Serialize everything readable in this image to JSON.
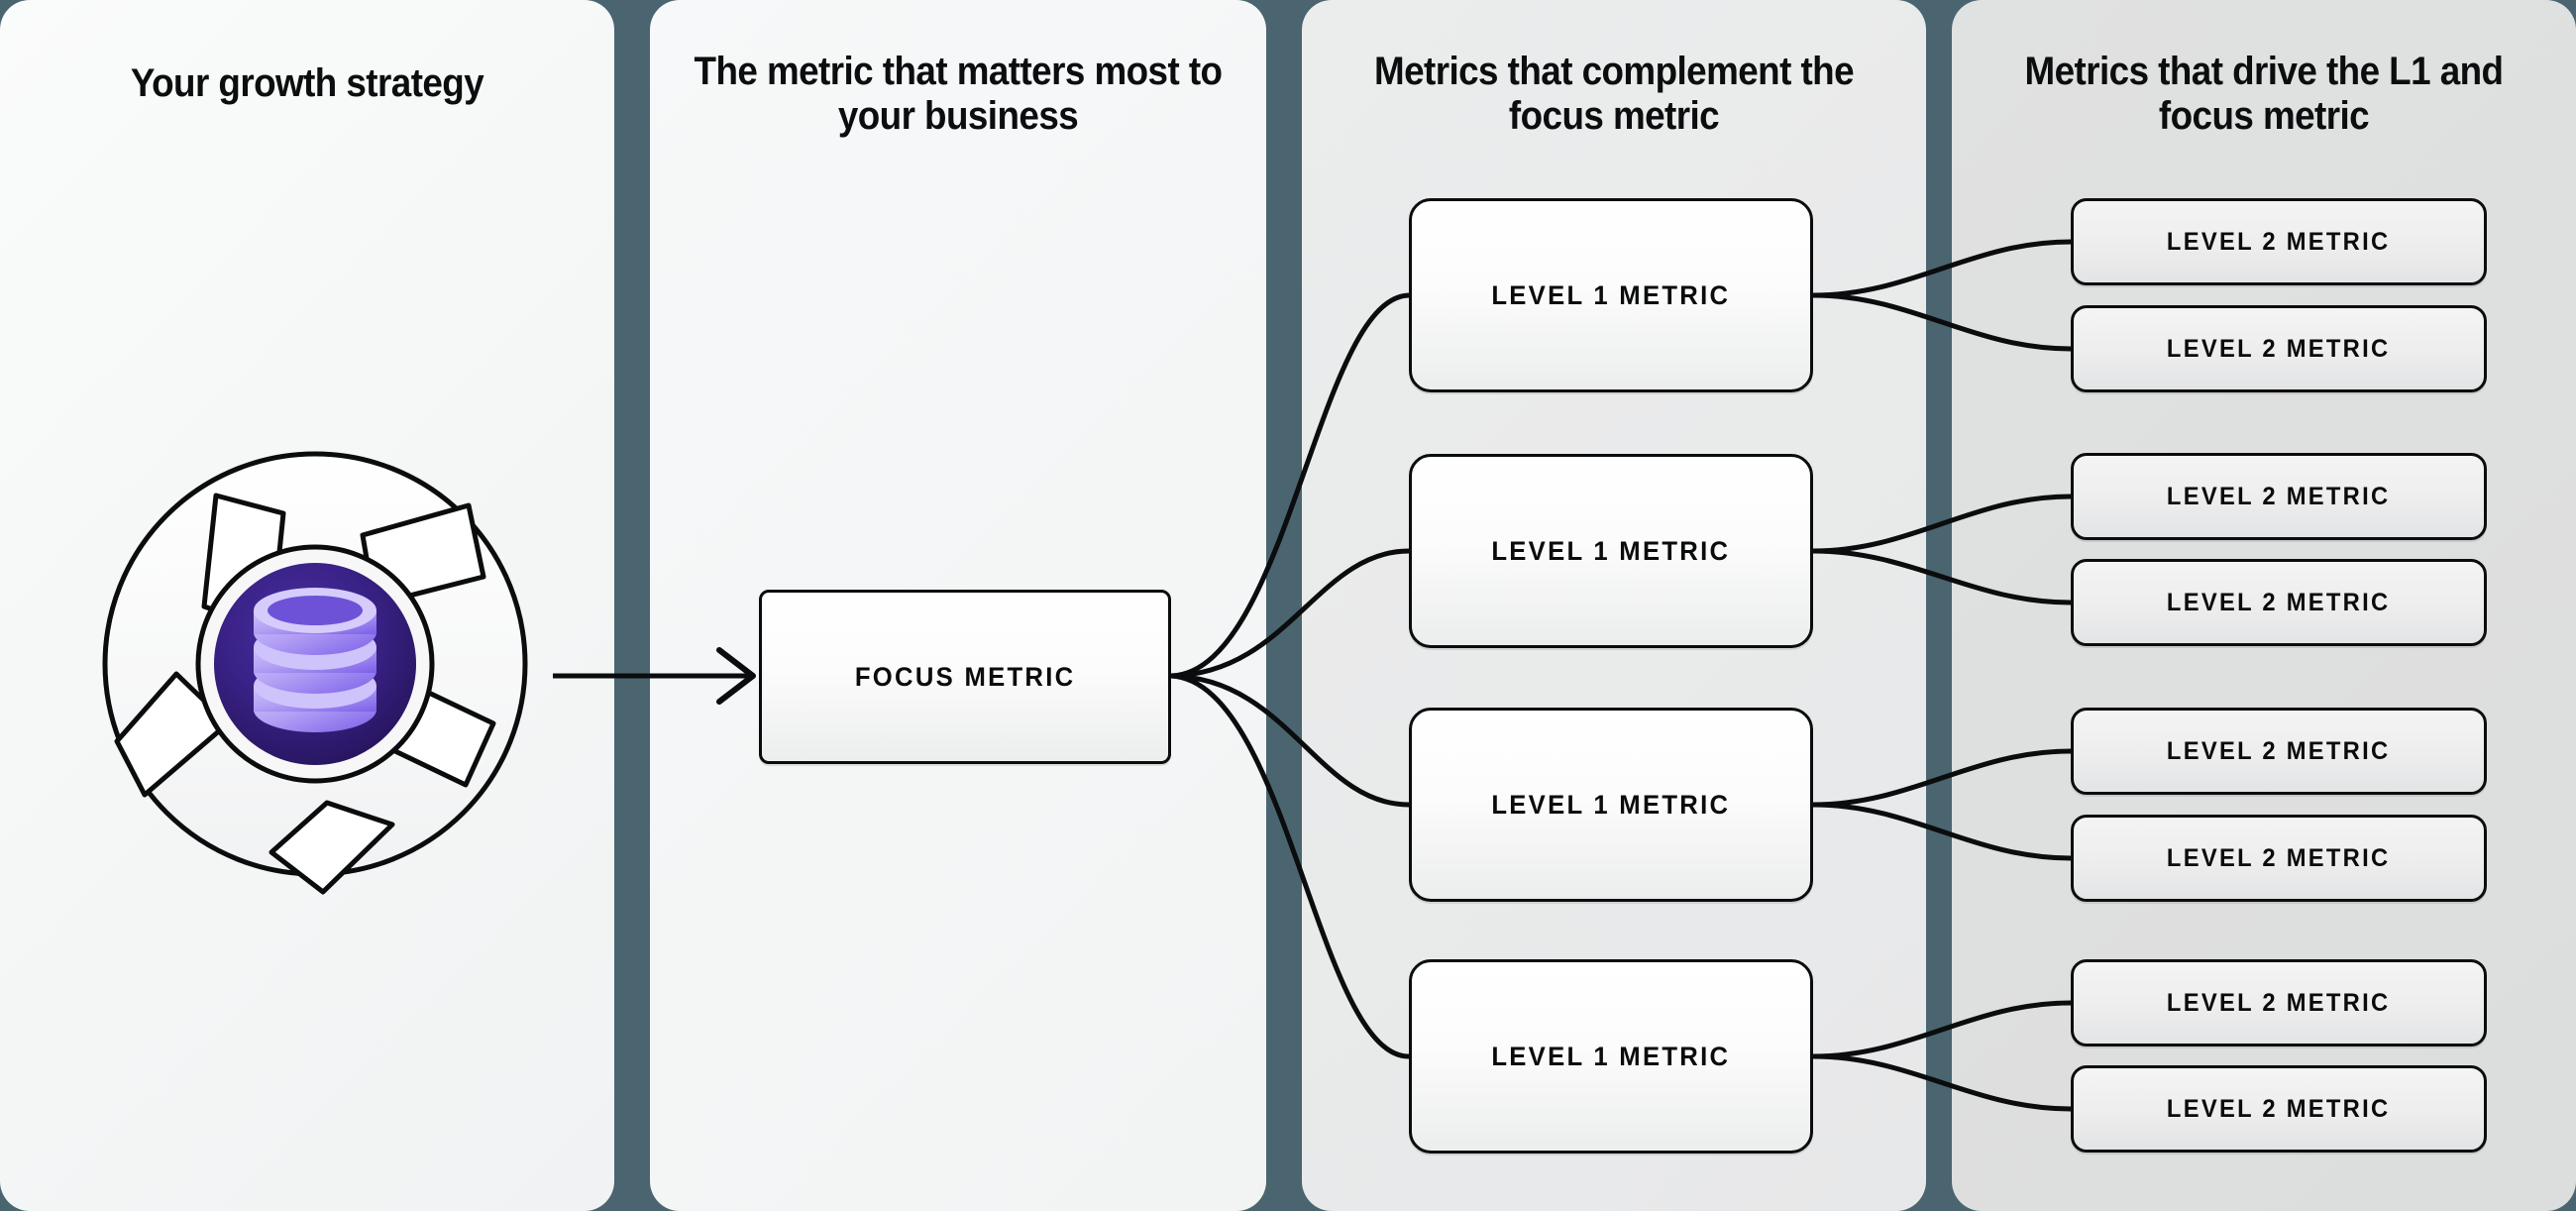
{
  "theme": {
    "divider_color": "#4a6470",
    "accent_purple_dark": "#2b1a6e",
    "accent_purple_light": "#b9a8f7",
    "text_color": "#0b0c0d",
    "column_backgrounds": [
      "#f7f8f9",
      "#f4f6f6",
      "#eaebec",
      "#dedfdf"
    ]
  },
  "columns": [
    {
      "id": "growth-strategy",
      "title": "Your growth strategy"
    },
    {
      "id": "focus-metric",
      "title": "The metric that matters most to your business"
    },
    {
      "id": "complement-metrics",
      "title": "Metrics that complement the focus metric"
    },
    {
      "id": "driver-metrics",
      "title": "Metrics that drive the L1 and focus metric"
    }
  ],
  "logo": {
    "name": "database-aperture-logo",
    "inner_icon": "database-icon"
  },
  "focus_node": {
    "label": "FOCUS METRIC"
  },
  "level1_nodes": [
    {
      "label": "LEVEL 1 METRIC"
    },
    {
      "label": "LEVEL 1 METRIC"
    },
    {
      "label": "LEVEL 1 METRIC"
    },
    {
      "label": "LEVEL 1 METRIC"
    }
  ],
  "level2_nodes": [
    {
      "label": "LEVEL 2 METRIC"
    },
    {
      "label": "LEVEL 2 METRIC"
    },
    {
      "label": "LEVEL 2 METRIC"
    },
    {
      "label": "LEVEL 2 METRIC"
    },
    {
      "label": "LEVEL 2 METRIC"
    },
    {
      "label": "LEVEL 2 METRIC"
    },
    {
      "label": "LEVEL 2 METRIC"
    },
    {
      "label": "LEVEL 2 METRIC"
    }
  ]
}
